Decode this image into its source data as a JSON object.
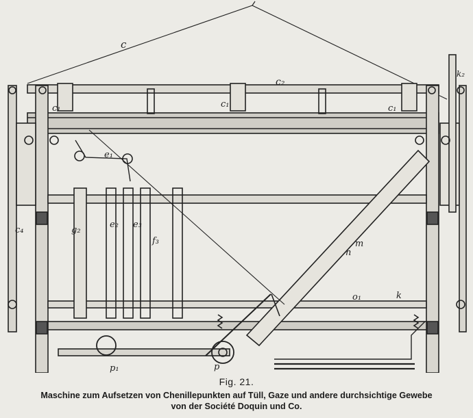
{
  "figure": {
    "label": "Fig. 21.",
    "caption_line1": "Maschine zum Aufsetzen von Chenillepunkten auf Tüll, Gaze und andere durchsichtige Gewebe",
    "caption_line2": "von der Société Doquin und Co."
  },
  "part_labels": {
    "c": "c",
    "c2": "c₂",
    "c1_left": "c₁",
    "c1_mid": "c₁",
    "c1_right": "c₁",
    "k2": "k₂",
    "e1": "e₁",
    "c4": "c₄",
    "g2": "g₂",
    "e2": "e₂",
    "e3": "e₃",
    "f3": "f₃",
    "m": "m",
    "n": "n",
    "o1": "o₁",
    "k": "k",
    "p": "p",
    "p1": "p₁"
  }
}
